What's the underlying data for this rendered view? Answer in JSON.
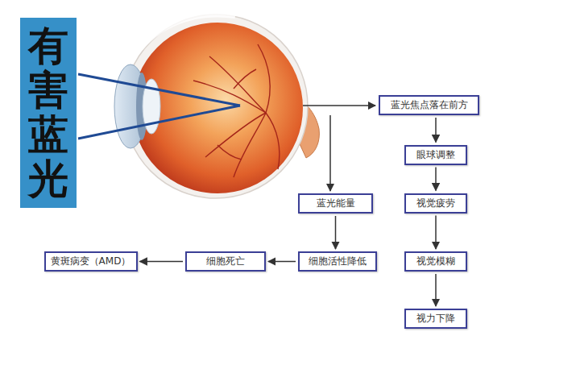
{
  "diagram": {
    "nodes": [
      {
        "text": [
          "有害蓝光"
        ]
      },
      {
        "text": [
          "蓝光焦点落在前方"
        ]
      },
      {
        "text": [
          "眼球调整"
        ]
      },
      {
        "text": [
          "蓝光能量"
        ]
      },
      {
        "text": [
          "视觉疲劳"
        ]
      },
      {
        "text": [
          "黄斑病变（AMD）"
        ]
      },
      {
        "text": [
          "细胞死亡"
        ]
      },
      {
        "text": [
          "细胞活性降低"
        ]
      },
      {
        "text": [
          "视觉模糊"
        ]
      },
      {
        "text": [
          "视力下降"
        ]
      }
    ],
    "edges": [
      {
        "from": 1,
        "to": 2,
        "arrow": "to"
      },
      {
        "from": 2,
        "to": 4,
        "arrow": "to"
      },
      {
        "from": 4,
        "to": 8,
        "arrow": "to"
      },
      {
        "from": 8,
        "to": 9,
        "arrow": "to"
      },
      {
        "from": 3,
        "to": 7,
        "arrow": "to"
      },
      {
        "from": 7,
        "to": 6,
        "arrow": "to"
      },
      {
        "from": 6,
        "to": 5,
        "arrow": "to"
      }
    ]
  }
}
